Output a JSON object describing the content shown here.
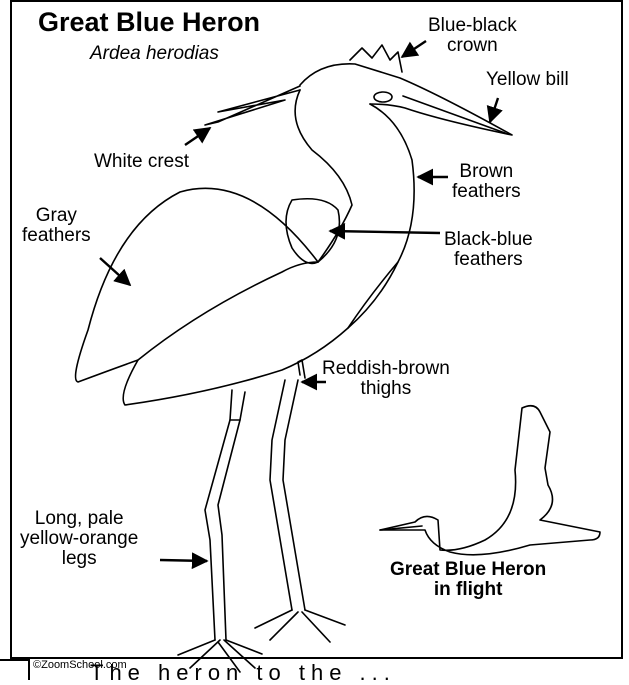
{
  "title": "Great Blue Heron",
  "scientific_name": "Ardea herodias",
  "labels": {
    "crown": [
      "Blue-black",
      "crown"
    ],
    "bill": "Yellow bill",
    "crest": "White crest",
    "brown": [
      "Brown",
      "feathers"
    ],
    "gray": [
      "Gray",
      "feathers"
    ],
    "blackblue": [
      "Black-blue",
      "feathers"
    ],
    "thighs": [
      "Reddish-brown",
      "thighs"
    ],
    "legs": [
      "Long, pale",
      "yellow-orange",
      "legs"
    ]
  },
  "flight_caption": [
    "Great Blue Heron",
    "in flight"
  ],
  "copyright": "©ZoomSchool.com",
  "bottom_text": "The heron to the ..."
}
